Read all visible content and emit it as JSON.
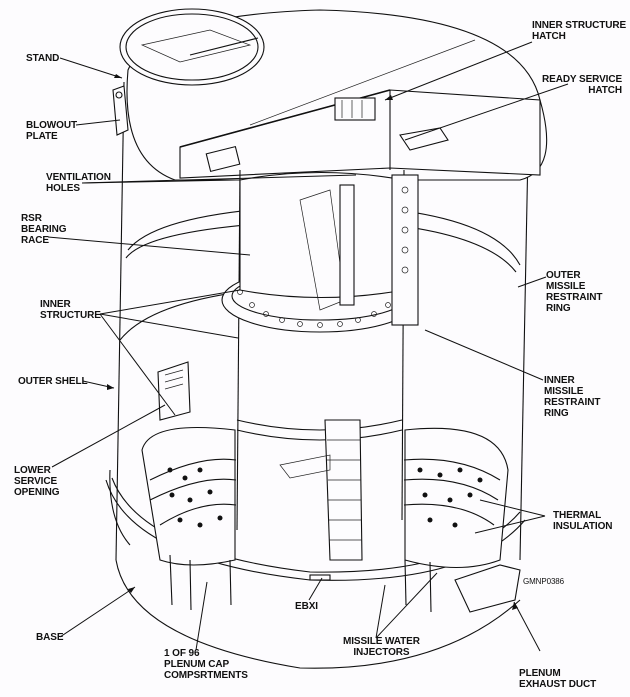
{
  "diagram": {
    "subject": "Missile launch tube assembly (cutaway isometric)",
    "figure_code": "GMNP0386",
    "labels": {
      "stand": "STAND",
      "blowout_plate": "BLOWOUT\nPLATE",
      "ventilation_holes": "VENTILATION\nHOLES",
      "rsr_bearing_race": "RSR\nBEARING\nRACE",
      "inner_structure": "INNER\nSTRUCTURE",
      "outer_shell": "OUTER SHELL",
      "lower_service_opening": "LOWER\nSERVICE\nOPENING",
      "base": "BASE",
      "plenum_cap": "1 OF 96\nPLENUM CAP\nCOMPSRTMENTS",
      "ebxi": "EBXI",
      "missile_water_injectors": "MISSILE WATER\nINJECTORS",
      "plenum_exhaust_duct": "PLENUM\nEXHAUST DUCT",
      "inner_structure_hatch": "INNER STRUCTURE\nHATCH",
      "ready_service_hatch": "READY SERVICE\nHATCH",
      "outer_missile_restraint_ring": "OUTER\nMISSILE\nRESTRAINT\nRING",
      "inner_missile_restraint_ring": "INNER\nMISSILE\nRESTRAINT\nRING",
      "thermal_insulation": "THERMAL\nINSULATION"
    }
  }
}
